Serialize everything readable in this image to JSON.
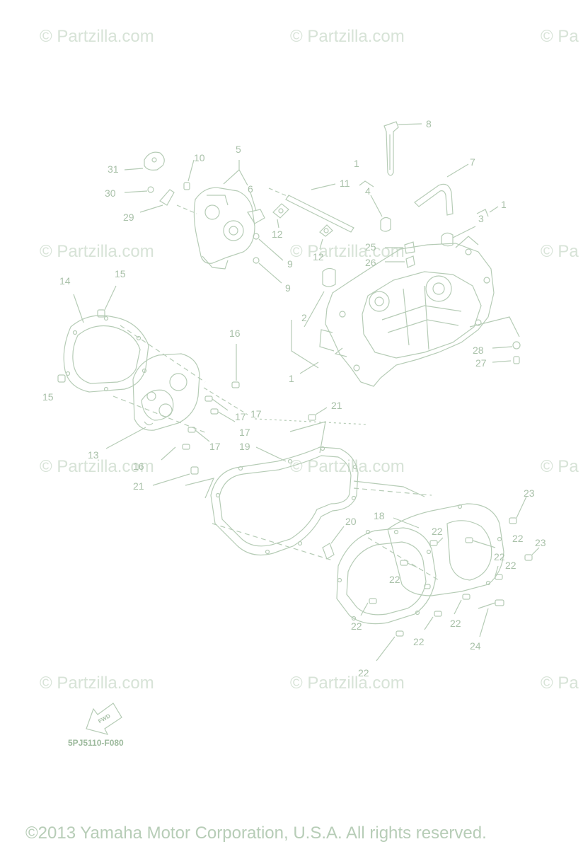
{
  "watermark_text": "© Partzilla.com",
  "watermark_partial": "© Pa",
  "diagram_code": "5PJ5110-F080",
  "copyright": "©2013 Yamaha Motor Corporation, U.S.A. All rights reserved.",
  "fwd_label": "FWD",
  "colors": {
    "line": "#b6ccb6",
    "label": "#a9c1a9",
    "watermark": "#d7e3d7"
  },
  "callouts": [
    {
      "id": "8",
      "text": "8"
    },
    {
      "id": "31",
      "text": "31"
    },
    {
      "id": "10",
      "text": "10"
    },
    {
      "id": "5",
      "text": "5"
    },
    {
      "id": "7",
      "text": "7"
    },
    {
      "id": "1a",
      "text": "1"
    },
    {
      "id": "11",
      "text": "11"
    },
    {
      "id": "4",
      "text": "4"
    },
    {
      "id": "30",
      "text": "30"
    },
    {
      "id": "6",
      "text": "6"
    },
    {
      "id": "1b",
      "text": "1"
    },
    {
      "id": "29",
      "text": "29"
    },
    {
      "id": "3",
      "text": "3"
    },
    {
      "id": "12a",
      "text": "12"
    },
    {
      "id": "12b",
      "text": "12"
    },
    {
      "id": "9a",
      "text": "9"
    },
    {
      "id": "25",
      "text": "25"
    },
    {
      "id": "26",
      "text": "26"
    },
    {
      "id": "14",
      "text": "14"
    },
    {
      "id": "15a",
      "text": "15"
    },
    {
      "id": "9b",
      "text": "9"
    },
    {
      "id": "2",
      "text": "2"
    },
    {
      "id": "16a",
      "text": "16"
    },
    {
      "id": "28",
      "text": "28"
    },
    {
      "id": "27",
      "text": "27"
    },
    {
      "id": "1c",
      "text": "1"
    },
    {
      "id": "15b",
      "text": "15"
    },
    {
      "id": "17a",
      "text": "17"
    },
    {
      "id": "17b",
      "text": "17"
    },
    {
      "id": "21a",
      "text": "21"
    },
    {
      "id": "17c",
      "text": "17"
    },
    {
      "id": "17d",
      "text": "17"
    },
    {
      "id": "13",
      "text": "13"
    },
    {
      "id": "19",
      "text": "19"
    },
    {
      "id": "16b",
      "text": "16"
    },
    {
      "id": "21b",
      "text": "21"
    },
    {
      "id": "23a",
      "text": "23"
    },
    {
      "id": "18",
      "text": "18"
    },
    {
      "id": "20",
      "text": "20"
    },
    {
      "id": "22a",
      "text": "22"
    },
    {
      "id": "22b",
      "text": "22"
    },
    {
      "id": "23b",
      "text": "23"
    },
    {
      "id": "22c",
      "text": "22"
    },
    {
      "id": "22d",
      "text": "22"
    },
    {
      "id": "22e",
      "text": "22"
    },
    {
      "id": "22f",
      "text": "22"
    },
    {
      "id": "22g",
      "text": "22"
    },
    {
      "id": "22h",
      "text": "22"
    },
    {
      "id": "24",
      "text": "24"
    },
    {
      "id": "22i",
      "text": "22"
    }
  ]
}
